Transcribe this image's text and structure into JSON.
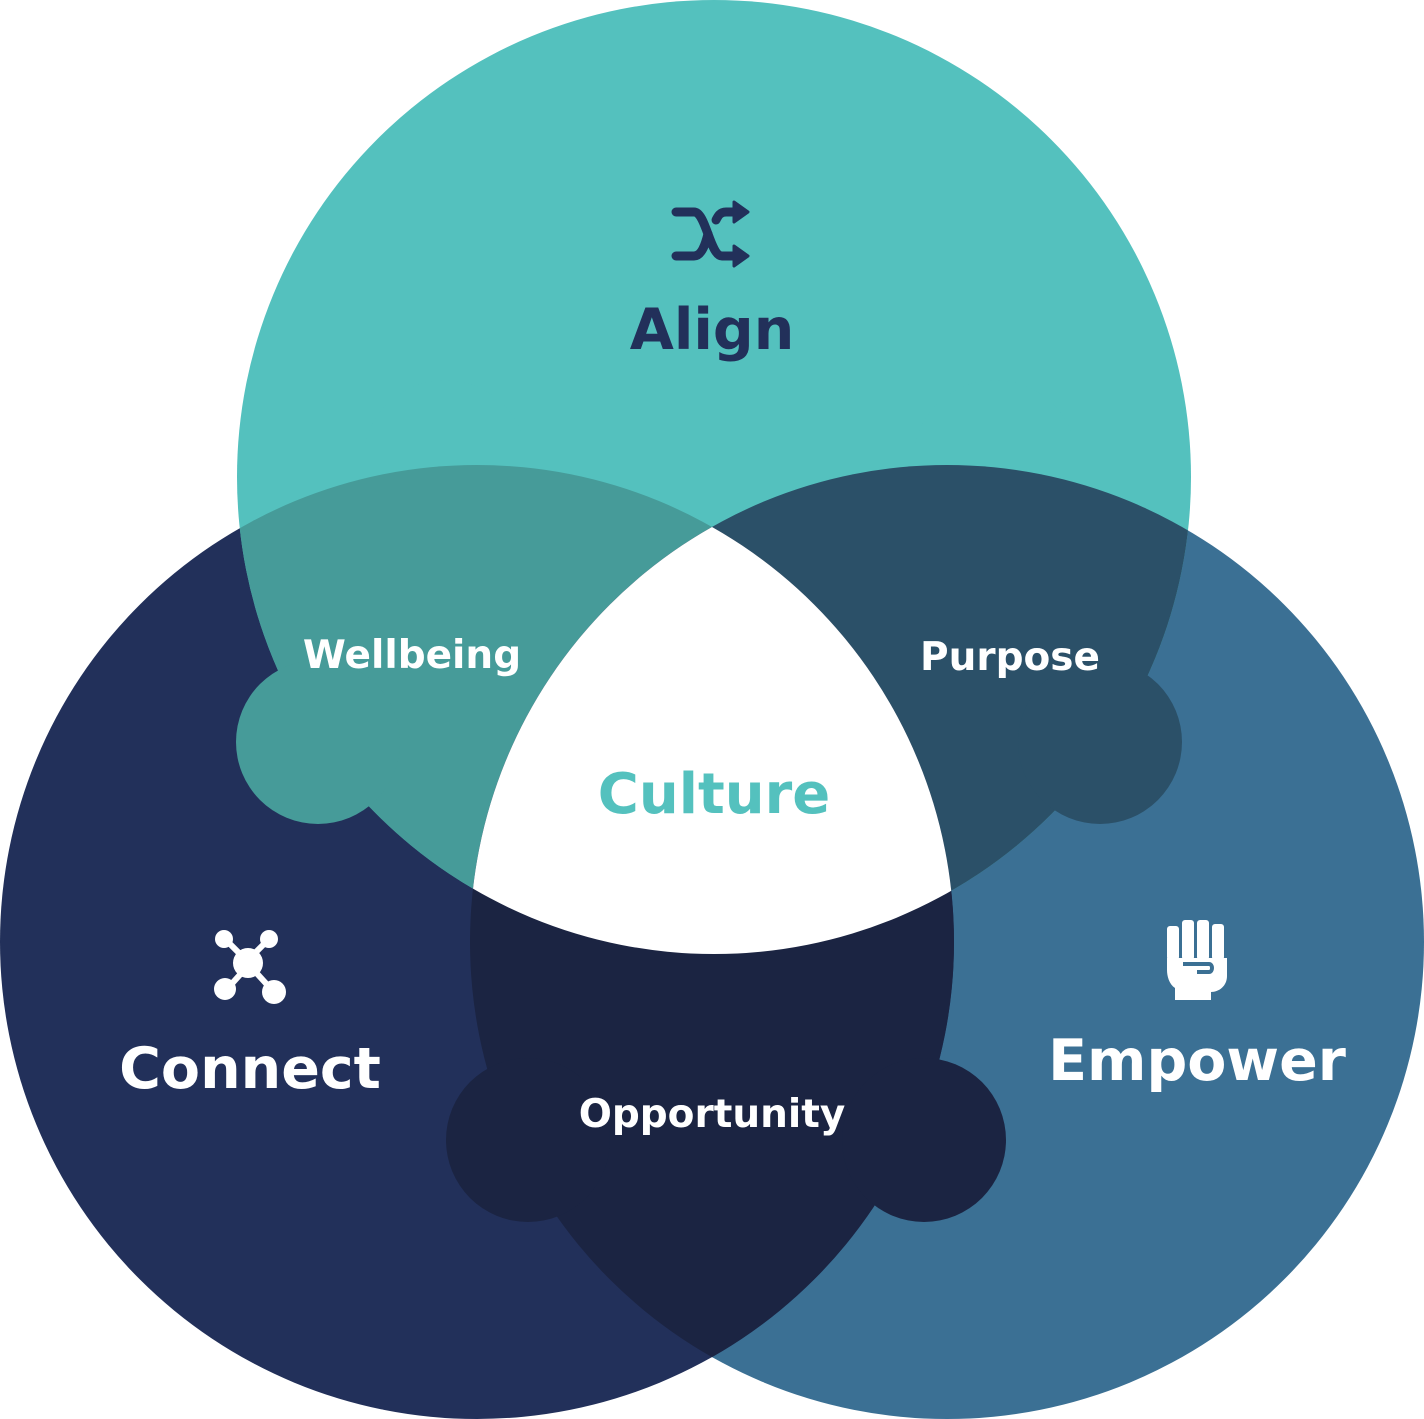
{
  "colors": {
    "align": "#54c1be",
    "connect": "#22305a",
    "empower": "#3b7094",
    "wellbeing": "#469b99",
    "purpose": "#2b5068",
    "opportunity": "#1b2442",
    "culture_bg": "#ffffff",
    "align_text": "#22305a",
    "culture_text": "#54c1be",
    "light_text": "#ffffff"
  },
  "circles": {
    "align": {
      "label": "Align",
      "icon": "shuffle-icon"
    },
    "connect": {
      "label": "Connect",
      "icon": "network-nodes-icon"
    },
    "empower": {
      "label": "Empower",
      "icon": "raised-fist-icon"
    }
  },
  "overlaps": {
    "wellbeing": "Wellbeing",
    "purpose": "Purpose",
    "opportunity": "Opportunity",
    "culture": "Culture"
  }
}
